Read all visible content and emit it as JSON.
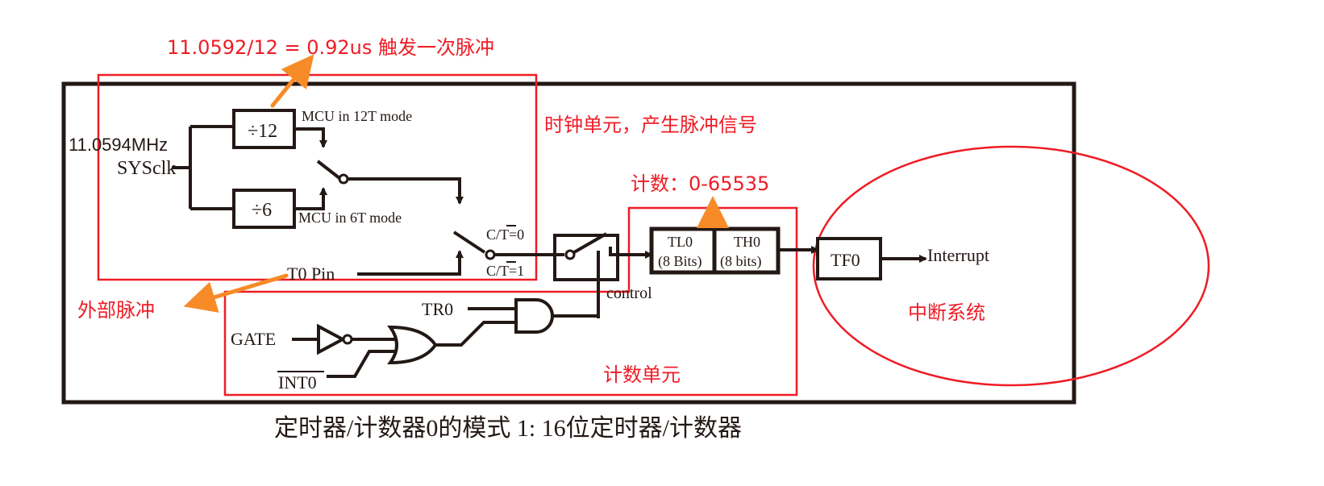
{
  "colors": {
    "annotation_red": "#ee1c25",
    "arrow_orange": "#f68b28",
    "line_dark": "#231815",
    "background": "#ffffff"
  },
  "annotations": {
    "clock_formula": "11.0592/12 = 0.92us 触发一次脉冲",
    "clock_unit": "时钟单元，产生脉冲信号",
    "count_range": "计数：0-65535",
    "external_pulse": "外部脉冲",
    "count_unit": "计数单元",
    "interrupt_system": "中断系统"
  },
  "diagram": {
    "frequency": "11.0594MHz",
    "sysclk": "SYSclk",
    "div12": "÷12",
    "div6": "÷6",
    "mode12": "MCU in 12T mode",
    "mode6": "MCU in 6T mode",
    "ct0_prefix": "C/",
    "ct0_bar": "T",
    "ct0_suffix": "=0",
    "ct1_prefix": "C/",
    "ct1_bar": "T",
    "ct1_suffix": "=1",
    "t0pin": "T0 Pin",
    "control": "control",
    "tl0": "TL0",
    "tl0_bits": "(8 Bits)",
    "th0": "TH0",
    "th0_bits": "(8 bits)",
    "tf0": "TF0",
    "interrupt": "Interrupt",
    "tr0": "TR0",
    "gate": "GATE",
    "int0": "INT0"
  },
  "caption": "定时器/计数器0的模式 1: 16位定时器/计数器"
}
